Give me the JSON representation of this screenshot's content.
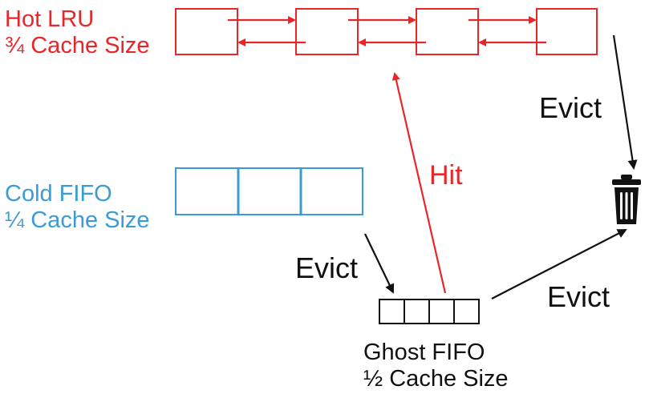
{
  "colors": {
    "hot": "#e8262a",
    "cold": "#3a9bd5",
    "ghost": "#111111",
    "arrow_black": "#111111"
  },
  "hot_lru": {
    "title": "Hot LRU",
    "size": "¾ Cache Size"
  },
  "cold_fifo": {
    "title": "Cold FIFO",
    "size": "¼ Cache Size"
  },
  "ghost_fifo": {
    "title": "Ghost FIFO",
    "size": "½ Cache Size"
  },
  "arrows": {
    "evict_hot": "Evict",
    "evict_cold": "Evict",
    "evict_ghost": "Evict",
    "hit": "Hit"
  },
  "icons": {
    "trash": "trash-icon"
  }
}
